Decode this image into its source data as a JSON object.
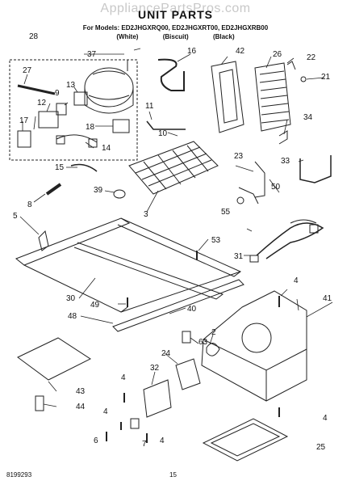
{
  "header": {
    "watermark": "AppliancePartsPros.com",
    "title": "UNIT PARTS",
    "models_line": "For Models: ED2JHGXRQ00, ED2JHGXRT00, ED2JHGXRB00",
    "variants": [
      "(White)",
      "(Biscuit)",
      "(Black)"
    ]
  },
  "callouts": [
    "28",
    "37",
    "16",
    "42",
    "26",
    "22",
    "27",
    "21",
    "9",
    "13",
    "12",
    "11",
    "34",
    "17",
    "18",
    "10",
    "14",
    "23",
    "33",
    "15",
    "39",
    "50",
    "8",
    "3",
    "55",
    "5",
    "53",
    "31",
    "30",
    "4",
    "49",
    "40",
    "41",
    "48",
    "2",
    "63",
    "24",
    "32",
    "4",
    "43",
    "44",
    "4",
    "7",
    "6",
    "4",
    "4",
    "25"
  ],
  "footer": {
    "doc_number": "8199293",
    "page_number": "15"
  }
}
